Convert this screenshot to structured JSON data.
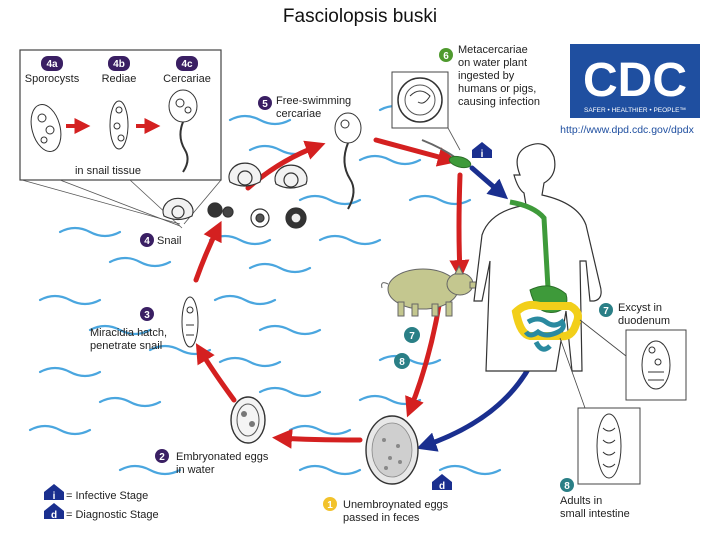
{
  "title": "Fasciolopsis buski",
  "inset": {
    "stages": [
      "Sporocysts",
      "Rediae",
      "Cercariae"
    ],
    "badges": [
      "4a",
      "4b",
      "4c"
    ],
    "caption": "in snail tissue"
  },
  "steps": {
    "s1": {
      "badge": "1",
      "line1": "Unembroynated eggs",
      "line2": "passed in feces"
    },
    "s2": {
      "badge": "2",
      "line1": "Embryonated eggs",
      "line2": "in water"
    },
    "s3": {
      "badge": "3",
      "line1": "Miracidia hatch,",
      "line2": "penetrate snail"
    },
    "s4": {
      "badge": "4",
      "line1": "Snail"
    },
    "s5": {
      "badge": "5",
      "line1": "Free-swimming",
      "line2": "cercariae"
    },
    "s6": {
      "badge": "6",
      "line1": "Metacercariae",
      "line2": "on water plant",
      "line3": "ingested by",
      "line4": "humans or pigs,",
      "line5": "causing infection"
    },
    "s7": {
      "badge": "7",
      "line1": "Excyst in",
      "line2": "duodenum"
    },
    "s8": {
      "badge": "8",
      "line1": "Adults in",
      "line2": "small intestine"
    }
  },
  "pig_badges": [
    "7",
    "8"
  ],
  "stage_markers": {
    "infective": "i",
    "diagnostic": "d"
  },
  "legend": {
    "infective_label": "= Infective Stage",
    "diagnostic_label": "= Diagnostic Stage"
  },
  "logo": {
    "text": "CDC",
    "tagline": "SAFER • HEALTHIER • PEOPLE™",
    "url": "http://www.dpd.cdc.gov/dpdx"
  },
  "colors": {
    "arrow_red": "#d42020",
    "arrow_blue": "#1a2f8f",
    "badge_purple": "#3a1f63",
    "badge_teal": "#2a7f86",
    "badge_green": "#4f9a2e",
    "badge_yellow": "#f2c22b",
    "water_blue": "#4aa6df",
    "logo_blue": "#1f4fa0",
    "pig": "#c4c78f",
    "gut_green": "#3e9a3a",
    "gut_yellow": "#f2cf1a",
    "gut_teal": "#2a8aa0"
  }
}
